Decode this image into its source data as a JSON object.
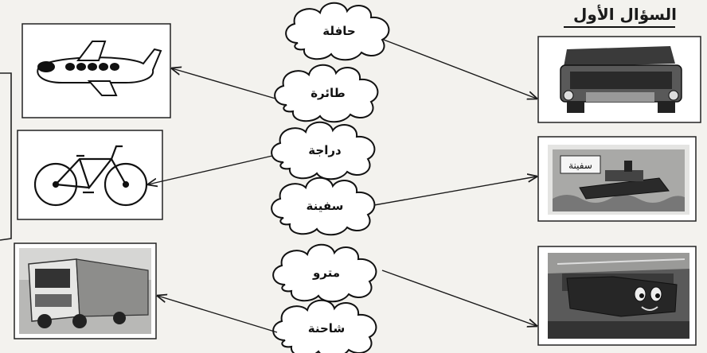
{
  "title": "السؤال الأول",
  "words": [
    {
      "id": "bus",
      "label": "حافلة"
    },
    {
      "id": "plane",
      "label": "طائرة"
    },
    {
      "id": "bicycle",
      "label": "دراجة"
    },
    {
      "id": "ship",
      "label": "سفينة"
    },
    {
      "id": "metro",
      "label": "مترو"
    },
    {
      "id": "truck",
      "label": "شاحنة"
    }
  ],
  "ship_sign_text": "سفينة",
  "icons": {
    "left_pictures": [
      "airplane",
      "bicycle",
      "truck"
    ],
    "right_pictures": [
      "bus",
      "ship",
      "metro-train"
    ]
  },
  "colors": {
    "ink": "#1a1a1a",
    "paper": "#f3f2ee"
  }
}
